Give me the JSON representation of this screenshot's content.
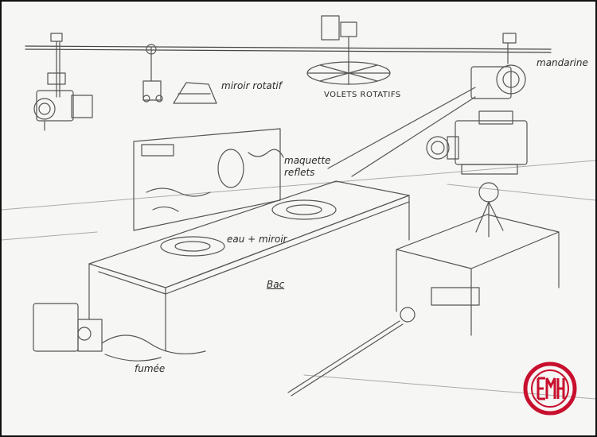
{
  "labels": {
    "miroir_rotatif": "miroir rotatif",
    "volets_rotatifs": "VOLETS ROTATIFS",
    "mandarine": "mandarine",
    "maquette_reflets": "maquette\nreflets",
    "eau_miroir": "eau + miroir",
    "bac": "Bac",
    "fumee": "fumée"
  },
  "logo": {
    "letters": "EMH",
    "color": "#c8102e"
  }
}
